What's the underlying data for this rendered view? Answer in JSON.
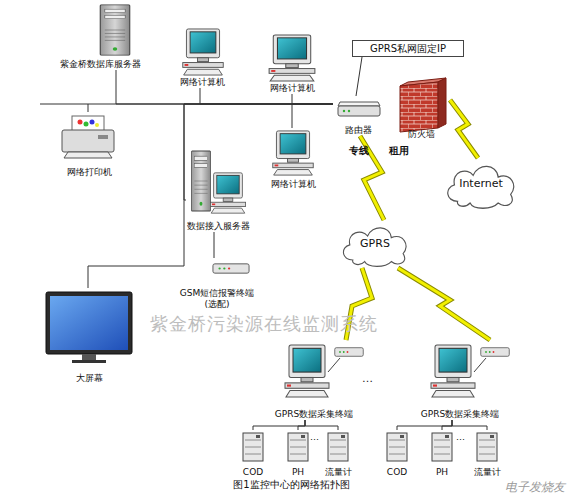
{
  "diagram": {
    "caption": "图1监控中心的网络拓扑图",
    "nodes": [
      {
        "text": [
          "紫金桥数据库服务器"
        ]
      },
      {
        "text": [
          "网络计算机"
        ]
      },
      {
        "text": [
          "网络计算机"
        ]
      },
      {
        "text": [
          "GPRS私网固定IP"
        ]
      },
      {
        "text": [
          "路由器"
        ]
      },
      {
        "text": [
          "防火墙"
        ]
      },
      {
        "text": [
          "Internet"
        ]
      },
      {
        "text": [
          "网络打印机"
        ]
      },
      {
        "text": [
          "网络计算机"
        ]
      },
      {
        "text": [
          "数据接入服务器"
        ]
      },
      {
        "text": [
          "GSM短信报警终端 (选配)"
        ]
      },
      {
        "text": [
          "GPRS"
        ]
      },
      {
        "text": [
          "大屏幕"
        ]
      },
      {
        "text": [
          "GPRS数据采集终端"
        ]
      },
      {
        "text": [
          "GPRS数据采集终端"
        ]
      },
      {
        "text": [
          "COD"
        ]
      },
      {
        "text": [
          "PH"
        ]
      },
      {
        "text": [
          "流量计"
        ]
      },
      {
        "text": [
          "COD"
        ]
      },
      {
        "text": [
          "PH"
        ]
      },
      {
        "text": [
          "流量计"
        ]
      }
    ],
    "edges": [
      {
        "from": 0,
        "to": 4,
        "arrow": "none"
      },
      {
        "from": 1,
        "to": 4,
        "arrow": "none"
      },
      {
        "from": 2,
        "to": 4,
        "arrow": "none"
      },
      {
        "from": 7,
        "to": 4,
        "arrow": "none"
      },
      {
        "from": 8,
        "to": 4,
        "arrow": "none"
      },
      {
        "from": 9,
        "to": 4,
        "arrow": "none"
      },
      {
        "from": 12,
        "to": 4,
        "arrow": "none"
      },
      {
        "from": 9,
        "to": 10,
        "arrow": "none"
      },
      {
        "from": 3,
        "to": 4,
        "arrow": "none"
      },
      {
        "from": 4,
        "to": 11,
        "label": "专线 租用",
        "arrow": "none"
      },
      {
        "from": 5,
        "to": 6,
        "arrow": "none"
      },
      {
        "from": 11,
        "to": 13,
        "arrow": "none"
      },
      {
        "from": 11,
        "to": 14,
        "arrow": "none"
      },
      {
        "from": 13,
        "to": 15,
        "arrow": "none"
      },
      {
        "from": 13,
        "to": 16,
        "arrow": "none"
      },
      {
        "from": 13,
        "to": 17,
        "arrow": "none"
      },
      {
        "from": 14,
        "to": 18,
        "arrow": "none"
      },
      {
        "from": 14,
        "to": 19,
        "arrow": "none"
      },
      {
        "from": 14,
        "to": 20,
        "arrow": "none"
      }
    ],
    "labels": [
      "紫金桥污染源在线监测系统",
      "…",
      "…",
      "…",
      "电子发烧友"
    ]
  }
}
